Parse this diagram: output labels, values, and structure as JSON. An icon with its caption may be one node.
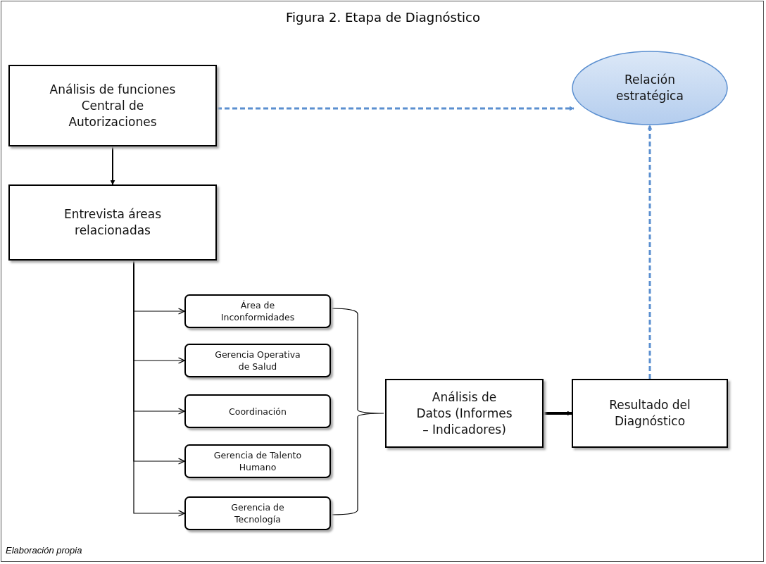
{
  "diagram": {
    "title": "Figura 2. Etapa de Diagnóstico",
    "caption": "Elaboración propia",
    "nodes": [
      {
        "text": [
          "Análisis de funciones Central de Autorizaciones"
        ]
      },
      {
        "text": [
          "Entrevista áreas relacionadas"
        ]
      },
      {
        "text": [
          "Relación estratégica"
        ]
      },
      {
        "text": [
          "Área de Inconformidades"
        ]
      },
      {
        "text": [
          "Gerencia Operativa de Salud"
        ]
      },
      {
        "text": [
          "Coordinación"
        ]
      },
      {
        "text": [
          "Gerencia de Talento Humano"
        ]
      },
      {
        "text": [
          "Gerencia de Tecnología"
        ]
      },
      {
        "text": [
          "Análisis de Datos (Informes – Indicadores)"
        ]
      },
      {
        "text": [
          "Resultado del Diagnóstico"
        ]
      }
    ],
    "edges": [
      {
        "from": 0,
        "to": 1,
        "arrow": "to"
      },
      {
        "from": 0,
        "to": 2,
        "arrow": "to",
        "style": "dashed",
        "color": "#5b8fd0"
      },
      {
        "from": 1,
        "to": 3,
        "arrow": "to"
      },
      {
        "from": 1,
        "to": 4,
        "arrow": "to"
      },
      {
        "from": 1,
        "to": 5,
        "arrow": "to"
      },
      {
        "from": 1,
        "to": 6,
        "arrow": "to"
      },
      {
        "from": 1,
        "to": 7,
        "arrow": "to"
      },
      {
        "from": 8,
        "to": 9,
        "arrow": "to",
        "style": "thick"
      },
      {
        "from": 9,
        "to": 2,
        "arrow": "to",
        "style": "dashed",
        "color": "#5b8fd0"
      }
    ]
  }
}
